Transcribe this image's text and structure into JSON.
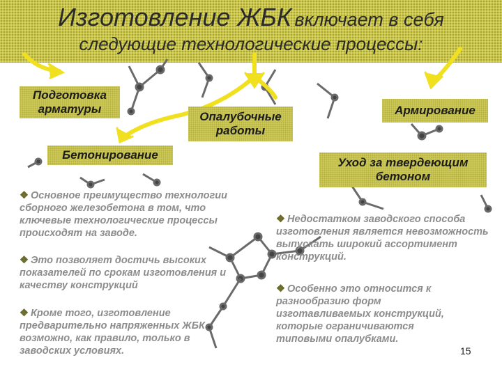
{
  "title": {
    "line1_big": "Изготовление ЖБК",
    "line1_small": "включает в себя",
    "line2": "следующие технологические процессы:"
  },
  "processes": {
    "podgotovka": [
      "Подготовка",
      "арматуры"
    ],
    "opalubka": [
      "Опалубочные",
      "работы"
    ],
    "armirovanie": "Армирование",
    "betonirovanie": "Бетонирование",
    "uhod": [
      "Уход за твердеющим",
      "бетоном"
    ]
  },
  "advantages": [
    "Основное преимущество технологии сборного железобетона в том, что ключевые технологические процессы происходят на заводе.",
    "Это позволяет достичь высоких показателей по срокам изготовления и качеству конструкций",
    "Кроме того, изготовление предварительно напряженных ЖБК возможно, как правило, только в заводских условиях."
  ],
  "disadvantages": [
    "Недостатком заводского способа изготовления является невозможность выпускать широкий ассортимент конструкций.",
    "Особенно это относится к разнообразию форм изготавливаемых конструкций, которые ограничиваются типовыми опалубками."
  ],
  "bullet_glyph": "❖",
  "page_number": "15",
  "colors": {
    "title_band": "#c9c54a",
    "box_fill": "#d2ce5c",
    "arrow": "#f0e020",
    "body_text": "#8c8c8c",
    "molecule": "#555555"
  },
  "icons": [
    "arrow-icon",
    "molecule-decoration-icon"
  ]
}
